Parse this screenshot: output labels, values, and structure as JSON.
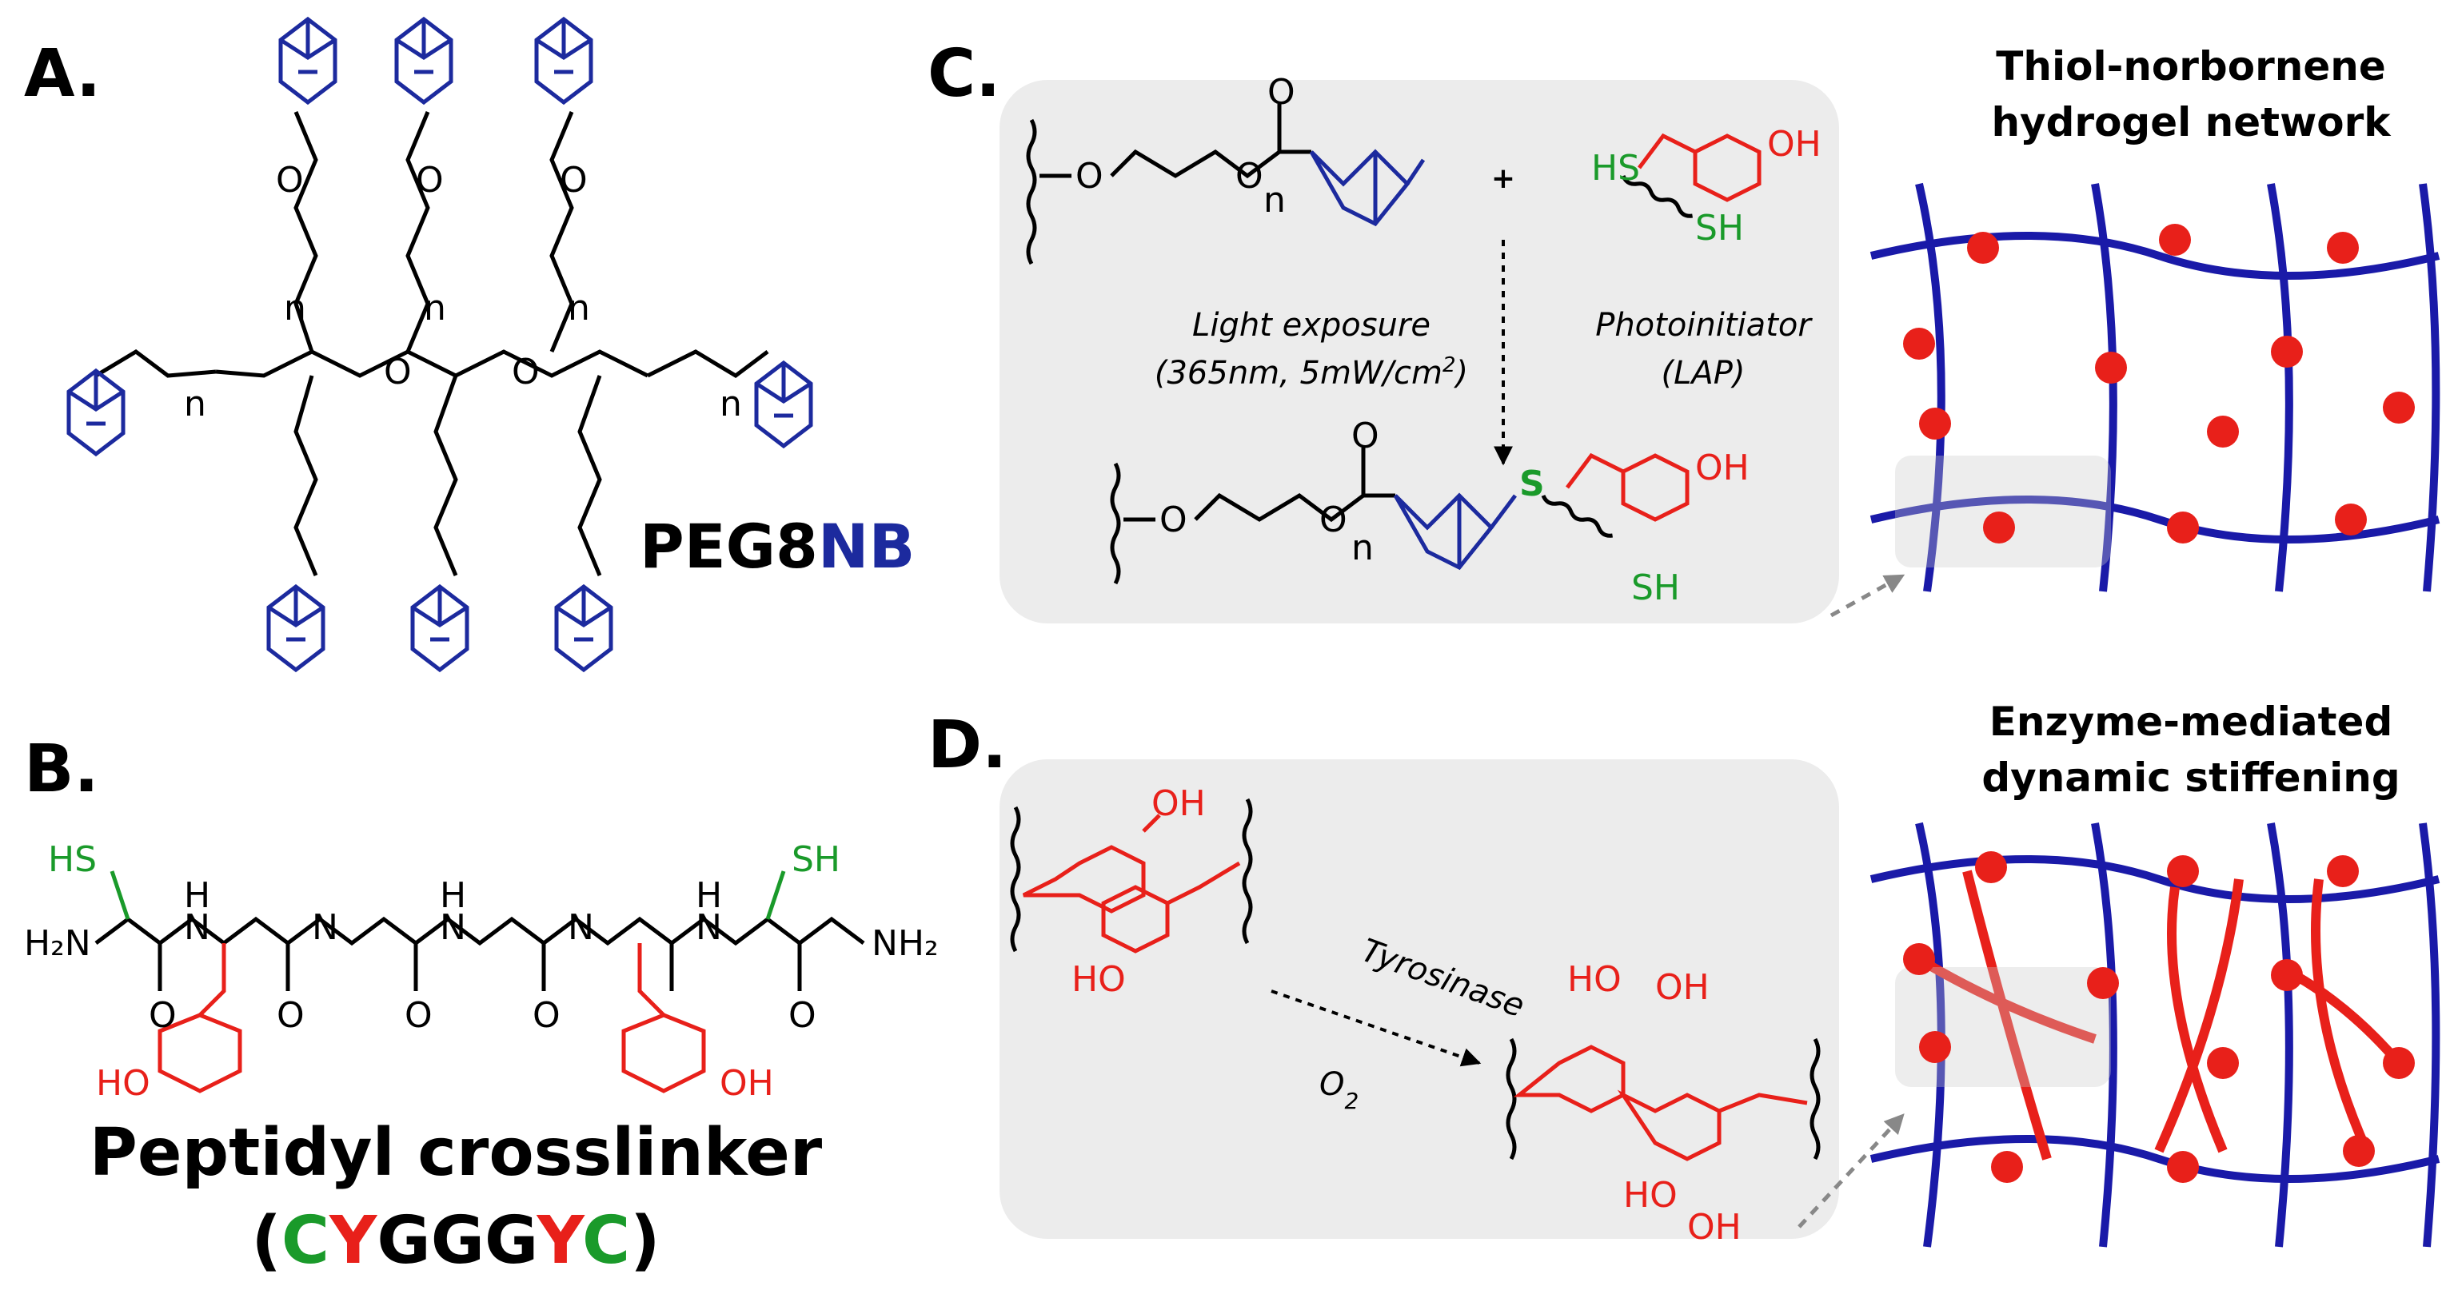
{
  "panels": {
    "a": {
      "letter": "A.",
      "name_part1": "PEG8",
      "name_part2": "NB",
      "atom_o": "O",
      "atom_n": "n"
    },
    "b": {
      "letter": "B.",
      "title": "Peptidyl crosslinker",
      "seq_open": "(",
      "seq_1": "C",
      "seq_2": "Y",
      "seq_3": "GGG",
      "seq_4": "Y",
      "seq_5": "C",
      "seq_close": ")",
      "atom_hs": "HS",
      "atom_sh": "SH",
      "atom_h2n": "H₂N",
      "atom_nh2": "NH₂",
      "atom_h": "H",
      "atom_n": "N",
      "atom_o": "O",
      "atom_ho": "HO",
      "atom_oh": "OH"
    },
    "c": {
      "letter": "C.",
      "plus": "+",
      "condition_1": "Light exposure",
      "condition_2": "(365nm, 5mW/cm",
      "condition_2_sup": "2",
      "condition_2_end": ")",
      "initiator_1": "Photoinitiator",
      "initiator_2": "(LAP)",
      "atom_hs": "HS",
      "atom_sh": "SH",
      "atom_oh": "OH",
      "atom_o": "O",
      "atom_n": "n",
      "atom_s": "S",
      "title_1": "Thiol-norbornene",
      "title_2": "hydrogel network"
    },
    "d": {
      "letter": "D.",
      "enzyme": "Tyrosinase",
      "o2_main": "O",
      "o2_sub": "2",
      "atom_oh": "OH",
      "atom_ho": "HO",
      "title_1": "Enzyme-mediated",
      "title_2": "dynamic stiffening"
    }
  },
  "colors": {
    "norbornene": "#1c2a9e",
    "tyrosine": "#e8201a",
    "cysteine": "#1a9a2a",
    "network_blue": "#1a1aa8",
    "panel_bg": "#ececec"
  }
}
